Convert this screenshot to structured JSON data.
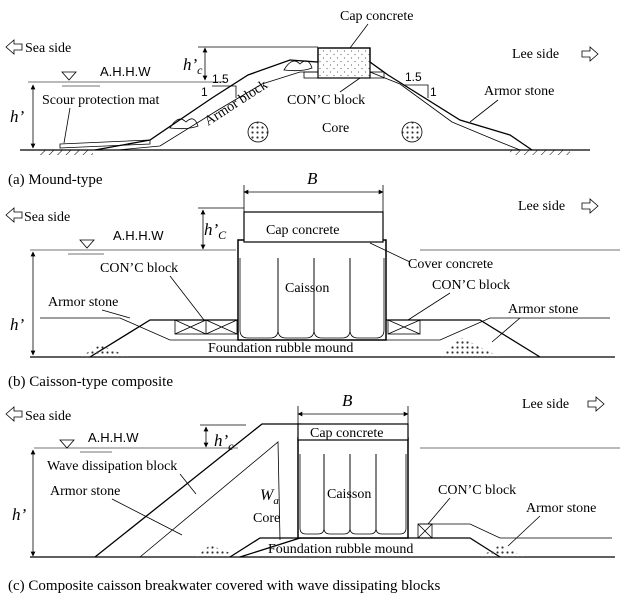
{
  "panel_a": {
    "caption": "(a) Mound-type",
    "sea_side": "Sea side",
    "lee_side": "Lee side",
    "ahhw": "A.H.H.W",
    "cap_concrete": "Cap concrete",
    "h_prime": "h’",
    "h_prime_c": "h’",
    "h_prime_c_sub": "c",
    "slope_left_a": "1.5",
    "slope_left_b": "1",
    "slope_right_a": "1.5",
    "slope_right_b": "1",
    "scour_mat": "Scour protection mat",
    "armor_block": "Armor block",
    "conc_block": "CON’C block",
    "armor_stone": "Armor stone",
    "core": "Core"
  },
  "panel_b": {
    "caption": "(b) Caisson-type composite",
    "sea_side": "Sea side",
    "lee_side": "Lee side",
    "ahhw": "A.H.H.W",
    "B": "B",
    "h_prime_c": "h’",
    "h_prime_c_sub": "C",
    "h_prime": "h’",
    "cap_concrete": "Cap concrete",
    "conc_block_left": "CON’C block",
    "cover_concrete": "Cover concrete",
    "caisson": "Caisson",
    "conc_block_right": "CON’C block",
    "armor_stone_left": "Armor stone",
    "armor_stone_right": "Armor stone",
    "foundation": "Foundation rubble mound"
  },
  "panel_c": {
    "caption": "(c) Composite caisson breakwater covered with wave dissipating blocks",
    "sea_side": "Sea side",
    "lee_side": "Lee side",
    "ahhw": "A.H.H.W",
    "B": "B",
    "cap_concrete": "Cap concrete",
    "h_prime_c": "h’",
    "h_prime_c_sub": "c",
    "h_prime": "h’",
    "wave_block": "Wave dissipation block",
    "armor_stone_left": "Armor stone",
    "W": "W",
    "W_sub": "a",
    "core": "Core",
    "caisson": "Caisson",
    "conc_block": "CON’C block",
    "armor_stone_right": "Armor stone",
    "foundation": "Foundation rubble mound"
  }
}
